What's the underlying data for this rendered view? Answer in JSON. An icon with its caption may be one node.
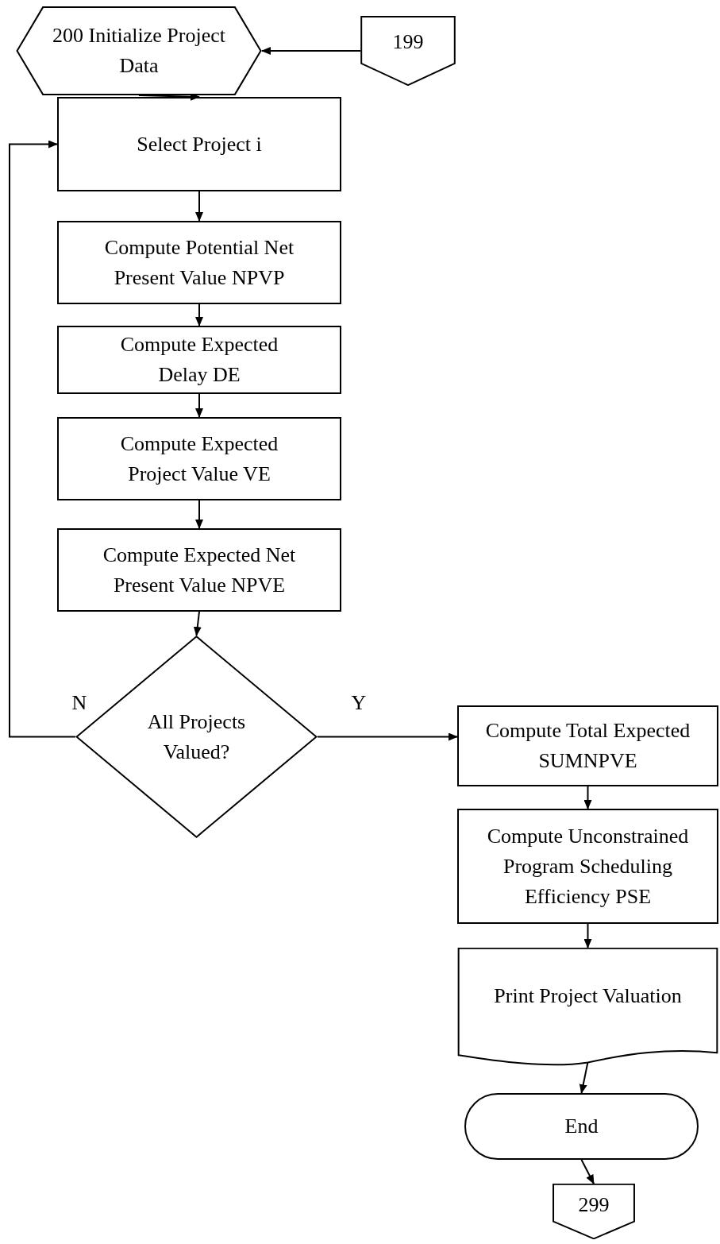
{
  "diagram": {
    "nodes": [
      {
        "text": [
          "200 Initialize Project Data"
        ]
      },
      {
        "text": [
          "199"
        ]
      },
      {
        "text": [
          "Select Project i"
        ]
      },
      {
        "text": [
          "Compute Potential Net Present Value NPVP"
        ]
      },
      {
        "text": [
          "Compute Expected Delay DE"
        ]
      },
      {
        "text": [
          "Compute Expected Project Value VE"
        ]
      },
      {
        "text": [
          "Compute Expected Net Present Value NPVE"
        ]
      },
      {
        "text": [
          "All Projects Valued?"
        ]
      },
      {
        "text": [
          "Compute Total Expected SUMNPVE"
        ]
      },
      {
        "text": [
          "Compute Unconstrained Program Scheduling Efficiency PSE"
        ]
      },
      {
        "text": [
          "Print Project Valuation"
        ]
      },
      {
        "text": [
          "End"
        ]
      },
      {
        "text": [
          "299"
        ]
      }
    ],
    "edges": [
      {
        "from": 1,
        "to": 0,
        "arrow": "to"
      },
      {
        "from": 0,
        "to": 2,
        "arrow": "to"
      },
      {
        "from": 2,
        "to": 3,
        "arrow": "to"
      },
      {
        "from": 3,
        "to": 4,
        "arrow": "to"
      },
      {
        "from": 4,
        "to": 5,
        "arrow": "to"
      },
      {
        "from": 5,
        "to": 6,
        "arrow": "to"
      },
      {
        "from": 6,
        "to": 7,
        "arrow": "to"
      },
      {
        "from": 7,
        "to": 2,
        "arrow": "to",
        "label": "N"
      },
      {
        "from": 7,
        "to": 8,
        "arrow": "to",
        "label": "Y"
      },
      {
        "from": 8,
        "to": 9,
        "arrow": "to"
      },
      {
        "from": 9,
        "to": 10,
        "arrow": "to"
      },
      {
        "from": 10,
        "to": 11,
        "arrow": "to"
      },
      {
        "from": 11,
        "to": 12,
        "arrow": "to"
      }
    ]
  }
}
